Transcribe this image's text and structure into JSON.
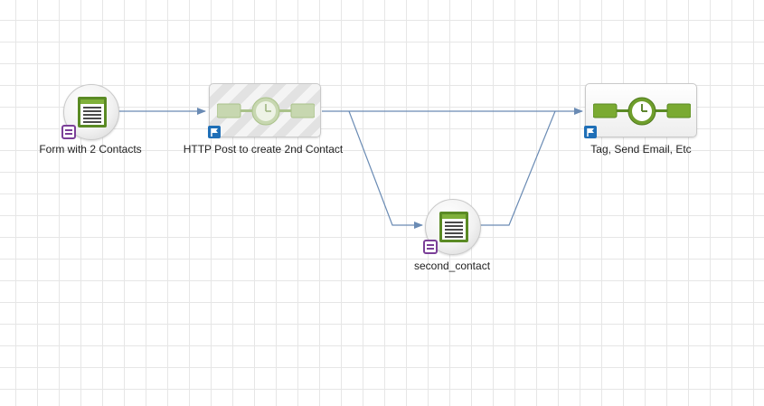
{
  "nodes": {
    "form_contacts": {
      "label": "Form with 2 Contacts",
      "kind": "form",
      "icon": "form-icon",
      "badge": "form-badge-icon"
    },
    "http_post": {
      "label": "HTTP Post to create 2nd Contact",
      "kind": "wait-step",
      "state": "disabled",
      "icon": "timer-icon",
      "badge": "flag-icon"
    },
    "tag_send": {
      "label": "Tag, Send Email, Etc",
      "kind": "wait-step",
      "state": "active",
      "icon": "timer-icon",
      "badge": "flag-icon"
    },
    "second_contact": {
      "label": "second_contact",
      "kind": "form",
      "icon": "form-icon",
      "badge": "form-badge-icon"
    }
  },
  "connections": [
    {
      "from": "form_contacts",
      "to": "http_post"
    },
    {
      "from": "http_post",
      "to": "tag_send"
    },
    {
      "from": "http_post",
      "to": "second_contact"
    },
    {
      "from": "second_contact",
      "to": "tag_send"
    }
  ],
  "colors": {
    "connector": "#6a8bb4",
    "step_green": "#6f9e2c",
    "step_green_disabled": "#c7d7b0",
    "form_badge": "#7b3f98",
    "flag_badge": "#1f6fb7",
    "grid": "#e6e6e6"
  }
}
